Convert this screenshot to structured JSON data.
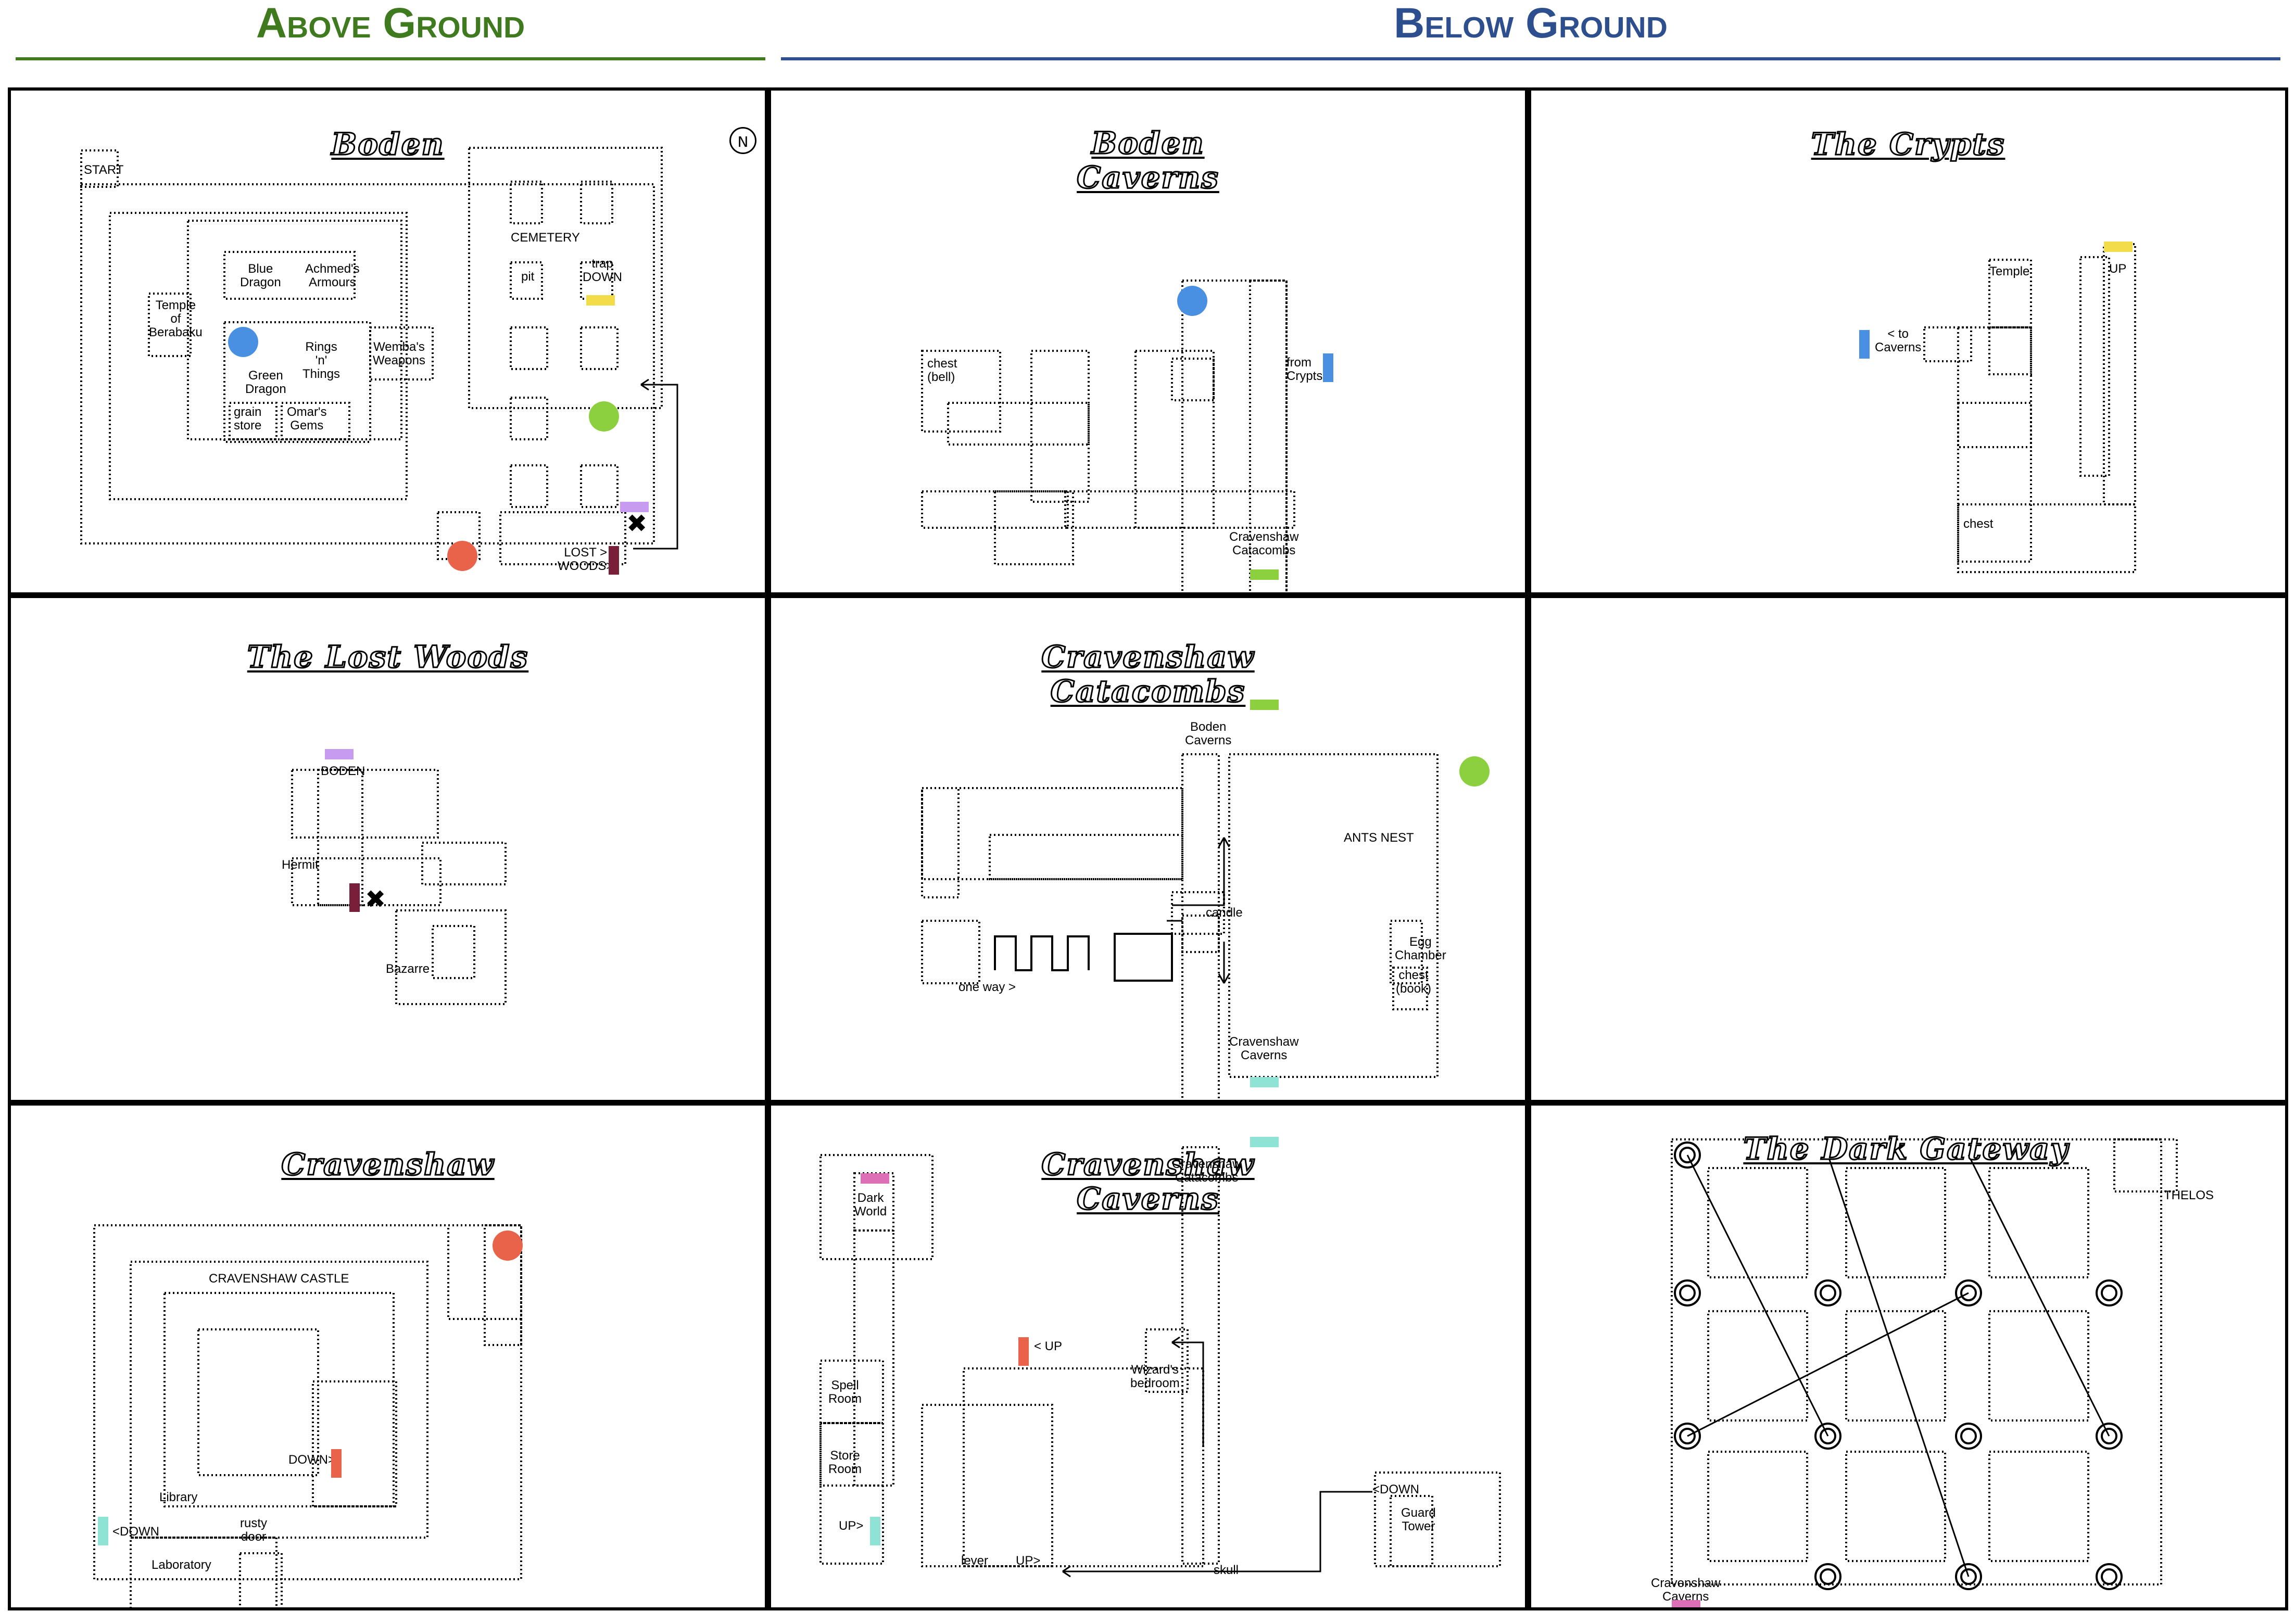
{
  "headers": {
    "above": "Above Ground",
    "below": "Below Ground"
  },
  "colors": {
    "above_ground": "#3f7a1f",
    "below_ground": "#2d4f8e",
    "blue": "#4a90e2",
    "green": "#8ccf3f",
    "red": "#e8634a",
    "yellow": "#f2dc4a",
    "purple": "#c79cf0",
    "maroon": "#7a1f3a",
    "teal": "#8fe3d4",
    "pink": "#dd6fb6"
  },
  "panels": {
    "boden": {
      "title": "Boden",
      "labels": {
        "start": "START",
        "cemetery": "CEMETERY",
        "blue_dragon": "Blue\nDragon",
        "achmeds": "Achmed's\nArmours",
        "pit": "pit",
        "trap_down": "trap\nDOWN",
        "temple": "Temple\nof\nBerabaku",
        "wembas": "Wemba's\nWeapons",
        "rings": "Rings\n'n'\nThings",
        "green_dragon": "Green\nDragon",
        "grain_store": "grain\nstore",
        "omars": "Omar's\nGems",
        "lost_woods": "LOST >\nWOODS>"
      },
      "compass_icon": "compass-icon"
    },
    "boden_caverns": {
      "title": "Boden\nCaverns",
      "labels": {
        "chest": "chest\n(bell)",
        "from_crypts": "from\nCrypts",
        "catacombs": "Cravenshaw\nCatacombs"
      }
    },
    "crypts": {
      "title": "The Crypts",
      "labels": {
        "temple": "Temple",
        "up": "UP",
        "to_caverns": "< to\nCaverns",
        "chest": "chest"
      }
    },
    "lost_woods": {
      "title": "The Lost Woods",
      "labels": {
        "boden": "BODEN",
        "hermit": "Hermit",
        "bazarre": "Bazarre"
      }
    },
    "catacombs": {
      "title": "Cravenshaw\nCatacombs",
      "labels": {
        "boden_caverns": "Boden\nCaverns",
        "ants_nest": "ANTS NEST",
        "candle": "candle",
        "egg_chamber": "Egg\nChamber",
        "chest_book": "chest\n(book)",
        "one_way": "one way >",
        "cravenshaw_caverns": "Cravenshaw\nCaverns"
      }
    },
    "cravenshaw": {
      "title": "Cravenshaw",
      "labels": {
        "castle": "CRAVENSHAW CASTLE",
        "down": "DOWN>",
        "library": "Library",
        "rusty_door": "rusty\ndoor",
        "down2": "<DOWN",
        "laboratory": "Laboratory"
      }
    },
    "cravenshaw_caverns": {
      "title": "Cravenshaw\nCaverns",
      "labels": {
        "dark_world": "Dark\nWorld",
        "catacombs": "Cravenshaw\nCatacombs",
        "up": "< UP",
        "wizards_bedroom": "Wizard's\nbedroom",
        "spell_room": "Spell\nRoom",
        "store_room": "Store\nRoom",
        "up2": "UP>",
        "lever": "lever",
        "up3": "UP>",
        "skull": "skull",
        "down": "<DOWN",
        "guard_tower": "Guard\nTower"
      }
    },
    "dark_gateway": {
      "title": "The Dark Gateway",
      "labels": {
        "thelos": "THELOS",
        "cravenshaw_caverns": "Cravenshaw\nCaverns"
      }
    }
  }
}
